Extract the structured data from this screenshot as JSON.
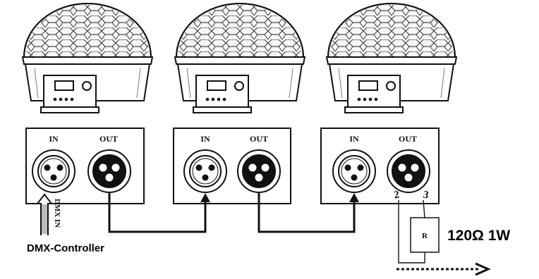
{
  "fixtures": [
    {
      "in_label": "IN",
      "out_label": "OUT"
    },
    {
      "in_label": "IN",
      "out_label": "OUT"
    },
    {
      "in_label": "IN",
      "out_label": "OUT"
    }
  ],
  "dmx_in_label": "DMX IN",
  "controller_label": "DMX-Controller",
  "terminator": {
    "pin_a": "2",
    "pin_b": "3",
    "resistor_symbol": "R",
    "resistor_value": "120Ω 1W"
  },
  "colors": {
    "line": "#000000",
    "dome_fill": "#f7f7f7",
    "background": "#ffffff"
  }
}
